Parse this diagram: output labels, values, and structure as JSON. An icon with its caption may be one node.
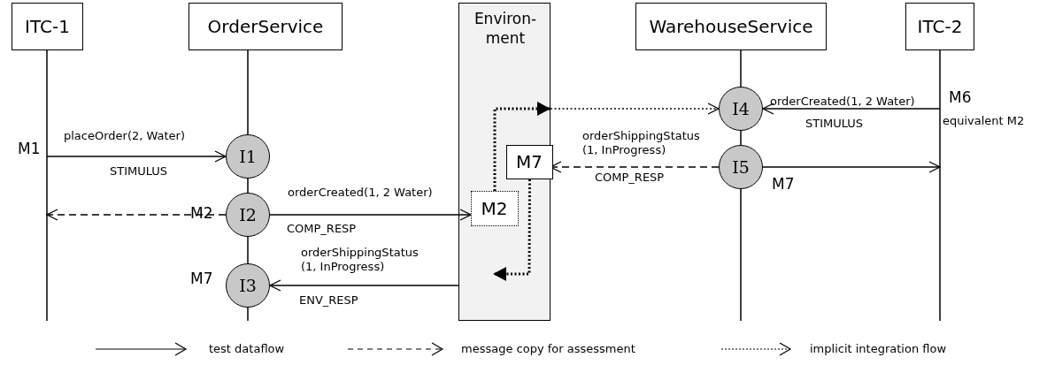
{
  "diagram": {
    "nodes": [
      {
        "text": [
          "ITC-1"
        ]
      },
      {
        "text": [
          "OrderService"
        ]
      },
      {
        "text": [
          "Environ- ment"
        ]
      },
      {
        "text": [
          "WarehouseService"
        ]
      },
      {
        "text": [
          "ITC-2"
        ]
      },
      {
        "text": [
          "I4"
        ],
        "in": 3
      },
      {
        "text": [
          "I1"
        ],
        "in": 1
      },
      {
        "text": [
          "M7"
        ],
        "in": 2
      },
      {
        "text": [
          "I5"
        ],
        "in": 3
      },
      {
        "text": [
          "I2"
        ],
        "in": 1
      },
      {
        "text": [
          "M2"
        ],
        "in": 2
      },
      {
        "text": [
          "I3"
        ],
        "in": 1
      }
    ],
    "edges": [
      {
        "from": 10,
        "to": null,
        "arrow": "to",
        "style": "dashed"
      },
      {
        "from": 2,
        "to": 5,
        "arrow": "to",
        "style": "dashed"
      },
      {
        "from": 4,
        "to": 5,
        "arrow": "to",
        "label": "orderCreated(1, 2 Water)"
      },
      {
        "from": 0,
        "to": 6,
        "arrow": "to",
        "label": "placeOrder(2, Water)"
      },
      {
        "from": 8,
        "to": 2,
        "arrow": "to",
        "style": "dashed",
        "label": "orderShippingStatus (1, InProgress)"
      },
      {
        "from": 8,
        "to": 4,
        "arrow": "to"
      },
      {
        "from": 9,
        "to": 0,
        "arrow": "to",
        "style": "dashed"
      },
      {
        "from": 9,
        "to": 10,
        "arrow": "to",
        "label": "orderCreated(1, 2 Water)"
      },
      {
        "from": 7,
        "to": null,
        "arrow": "to",
        "style": "dashed"
      },
      {
        "from": 2,
        "to": 11,
        "arrow": "to",
        "label": "orderShippingStatus (1, InProgress)"
      }
    ],
    "labels": [
      "M6",
      "equivalent M2",
      "STIMULUS",
      "M1",
      "STIMULUS",
      "COMP_RESP",
      "M7",
      "M2",
      "COMP_RESP",
      "M7",
      "ENV_RESP"
    ],
    "legend": [
      {
        "text": "test dataflow"
      },
      {
        "text": "message copy for assessment"
      },
      {
        "text": "implicit integration flow"
      }
    ]
  }
}
